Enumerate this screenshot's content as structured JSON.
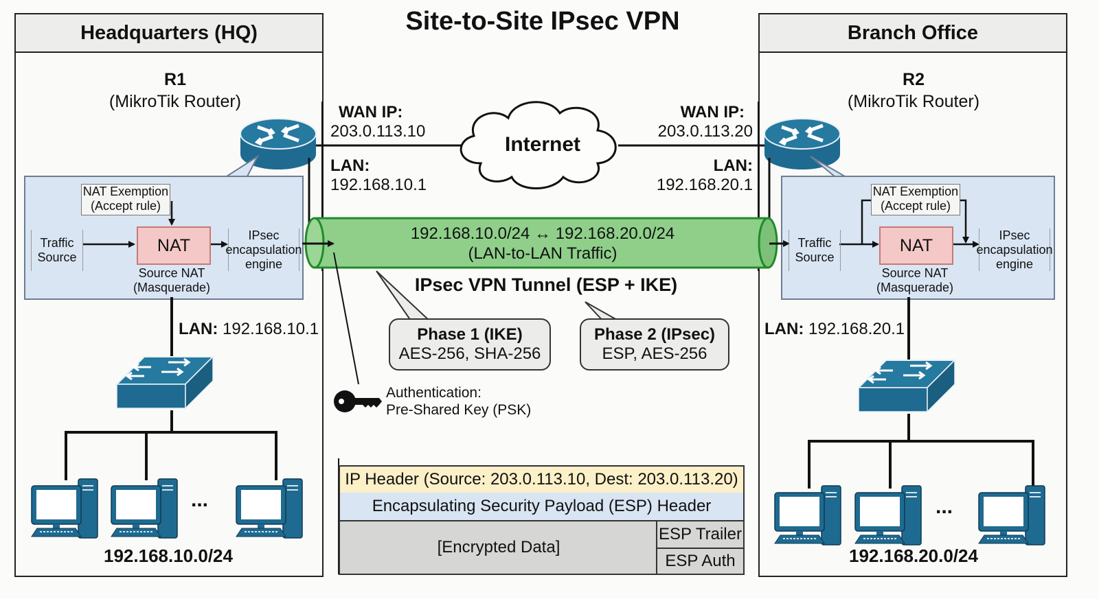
{
  "title": "Site-to-Site IPsec VPN",
  "colors": {
    "device_blue": "#1f6a90",
    "nat_panel": "#d9e5f3",
    "nat_box": "#f4c8c6",
    "tunnel_green": "#8fcf8a",
    "tunnel_border": "#1f8a2a",
    "ip_header": "#fbf0c8",
    "esp_header": "#d9e5f3",
    "encrypted": "#d6d6d4"
  },
  "hq": {
    "header": "Headquarters (HQ)",
    "router_name": "R1",
    "router_type": "(MikroTik Router)",
    "wan_label": "WAN IP:",
    "wan_ip": "203.0.113.10",
    "lan_label": "LAN:",
    "lan_ip": "192.168.10.1",
    "nat": {
      "exemption_line1": "NAT Exemption",
      "exemption_line2": "(Accept rule)",
      "traffic_line1": "Traffic",
      "traffic_line2": "Source",
      "nat_label": "NAT",
      "snat_line1": "Source NAT",
      "snat_line2": "(Masquerade)",
      "ipsec_line1": "IPsec",
      "ipsec_line2": "encapsulation",
      "ipsec_line3": "engine"
    },
    "switch_lan_label": "LAN:",
    "switch_lan_ip": "192.168.10.1",
    "ellipsis": "...",
    "subnet": "192.168.10.0/24"
  },
  "branch": {
    "header": "Branch Office",
    "router_name": "R2",
    "router_type": "(MikroTik Router)",
    "wan_label": "WAN IP:",
    "wan_ip": "203.0.113.20",
    "lan_label": "LAN:",
    "lan_ip": "192.168.20.1",
    "nat": {
      "exemption_line1": "NAT Exemption",
      "exemption_line2": "(Accept rule)",
      "traffic_line1": "Traffic",
      "traffic_line2": "Source",
      "nat_label": "NAT",
      "snat_line1": "Source NAT",
      "snat_line2": "(Masquerade)",
      "ipsec_line1": "IPsec",
      "ipsec_line2": "encapsulation",
      "ipsec_line3": "engine"
    },
    "switch_lan_label": "LAN:",
    "switch_lan_ip": "192.168.20.1",
    "ellipsis": "...",
    "subnet": "192.168.20.0/24"
  },
  "internet": {
    "label": "Internet"
  },
  "tunnel": {
    "line1": "192.168.10.0/24 ↔ 192.168.20.0/24",
    "line2": "(LAN-to-LAN Traffic)",
    "caption": "IPsec VPN Tunnel (ESP + IKE)"
  },
  "phase1": {
    "title": "Phase 1 (IKE)",
    "detail": "AES-256, SHA-256"
  },
  "phase2": {
    "title": "Phase 2 (IPsec)",
    "detail": "ESP, AES-256"
  },
  "auth": {
    "line1": "Authentication:",
    "line2": "Pre-Shared Key (PSK)",
    "icon": "key-icon"
  },
  "packet": {
    "ip_header": "IP Header (Source: 203.0.113.10, Dest: 203.0.113.20)",
    "esp_header": "Encapsulating Security Payload (ESP) Header",
    "encrypted": "[Encrypted Data]",
    "esp_trailer": "ESP Trailer",
    "esp_auth": "ESP Auth"
  },
  "icons": [
    "router-icon",
    "switch-icon",
    "desktop-computer-icon",
    "cloud-icon",
    "key-icon",
    "arrow-icon"
  ]
}
